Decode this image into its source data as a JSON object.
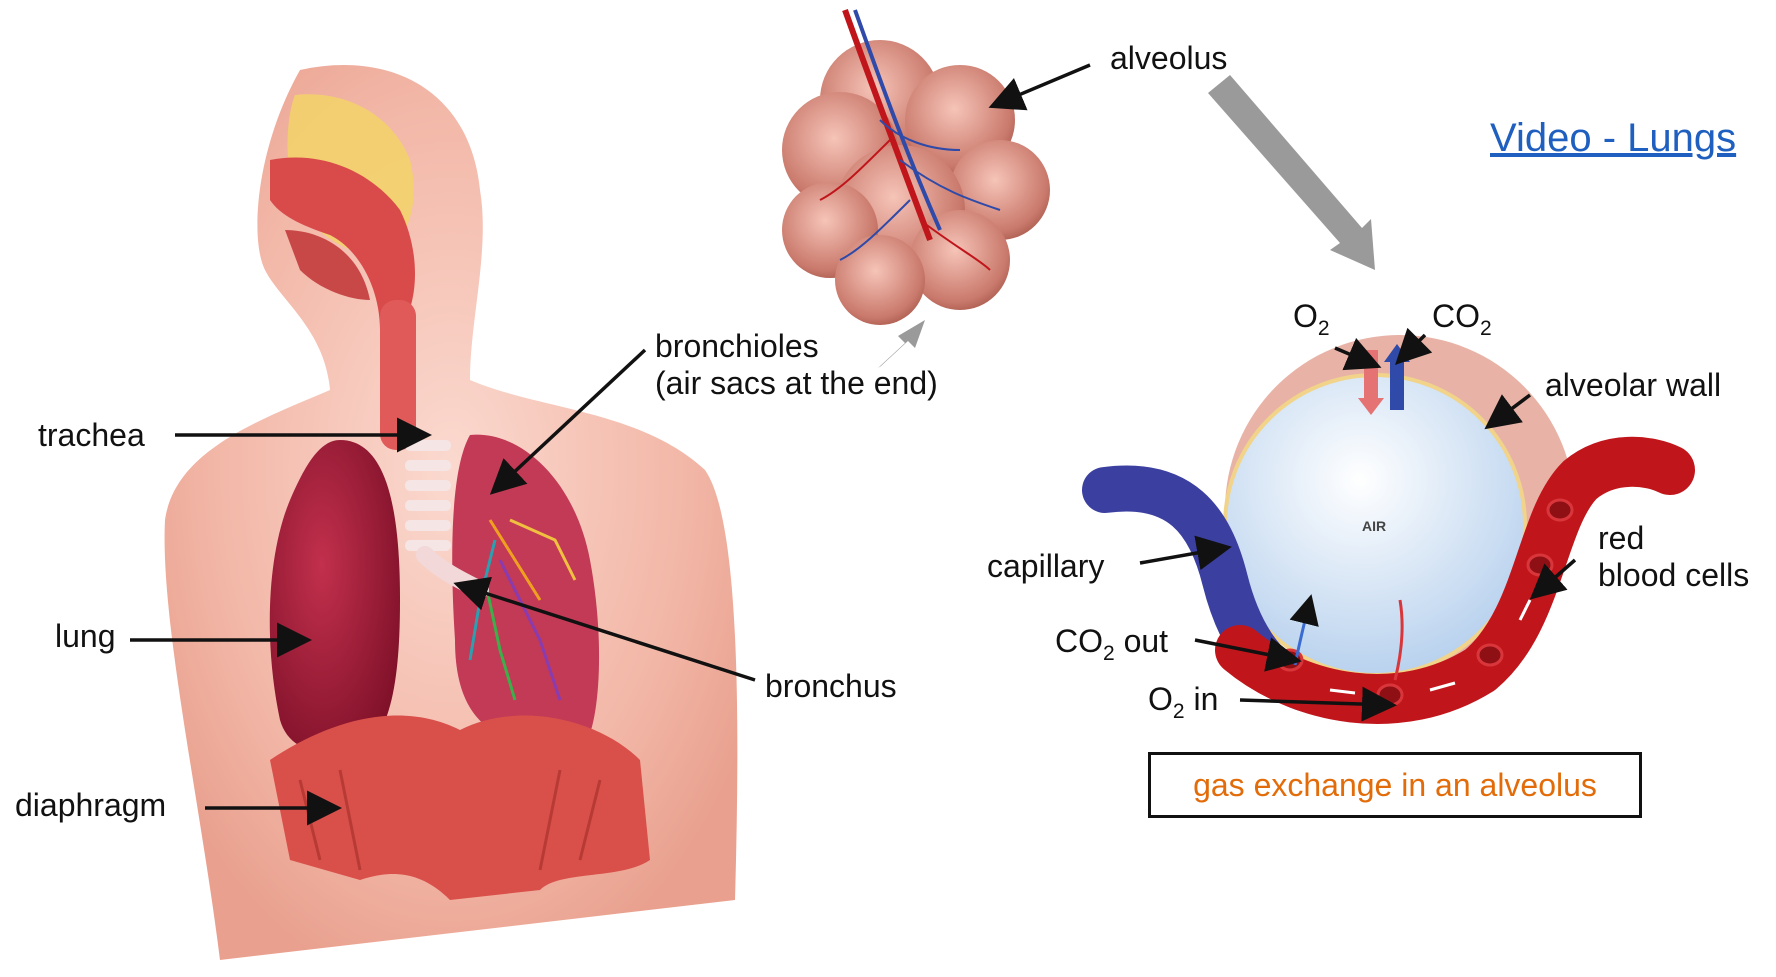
{
  "labels": {
    "alveolus": "alveolus",
    "bronchioles_line1": "bronchioles",
    "bronchioles_line2": "(air sacs at the end)",
    "trachea": "trachea",
    "lung": "lung",
    "diaphragm": "diaphragm",
    "bronchus": "bronchus",
    "o2_top": "O",
    "co2_top": "CO",
    "subscript_2": "2",
    "alveolar_wall": "alveolar wall",
    "capillary": "capillary",
    "red_line1": "red",
    "red_line2": "blood cells",
    "co2_out_prefix": "CO",
    "co2_out_suffix": " out",
    "o2_in_prefix": "O",
    "o2_in_suffix": " in",
    "air": "AIR"
  },
  "link": {
    "text": "Video - Lungs"
  },
  "caption": {
    "text": "gas exchange in an alveolus"
  },
  "colors": {
    "label_text": "#111111",
    "link": "#1f5fbf",
    "caption_text": "#e36c0a",
    "pointer_arrow": "#9a9a9a",
    "vessel_red": "#c0161b",
    "vessel_blue": "#3b3fa0"
  }
}
